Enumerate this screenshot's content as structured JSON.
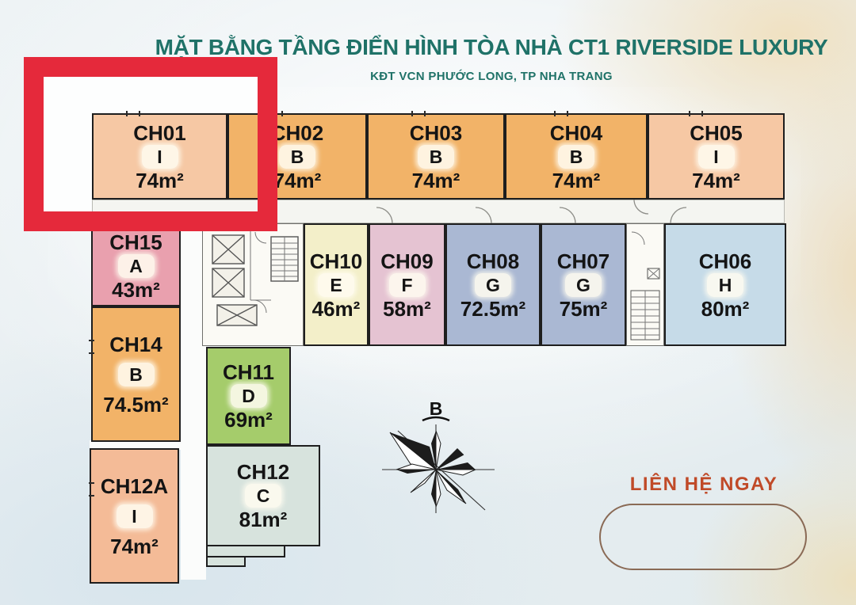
{
  "title": {
    "text": "MẶT BẰNG TẦNG ĐIỂN HÌNH TÒA NHÀ CT1 RIVERSIDE LUXURY",
    "color": "#1f7268"
  },
  "subtitle": {
    "text": "KĐT VCN PHƯỚC LONG, TP NHA TRANG",
    "color": "#1f7268"
  },
  "highlight": {
    "color": "#e5293b"
  },
  "compass": {
    "north_label": "B"
  },
  "contact": {
    "label": "LIÊN HỆ NGAY",
    "color": "#c04a28",
    "pill_border": "#8a6a55"
  },
  "units": [
    {
      "id": "CH01",
      "type": "I",
      "area": "74m²",
      "color": "#f6c8a4"
    },
    {
      "id": "CH02",
      "type": "B",
      "area": "74m²",
      "color": "#f2b368"
    },
    {
      "id": "CH03",
      "type": "B",
      "area": "74m²",
      "color": "#f2b368"
    },
    {
      "id": "CH04",
      "type": "B",
      "area": "74m²",
      "color": "#f2b368"
    },
    {
      "id": "CH05",
      "type": "I",
      "area": "74m²",
      "color": "#f6c8a4"
    },
    {
      "id": "CH10",
      "type": "E",
      "area": "46m²",
      "color": "#f3efc9"
    },
    {
      "id": "CH09",
      "type": "F",
      "area": "58m²",
      "color": "#e5c3d2"
    },
    {
      "id": "CH08",
      "type": "G",
      "area": "72.5m²",
      "color": "#aab8d3"
    },
    {
      "id": "CH07",
      "type": "G",
      "area": "75m²",
      "color": "#aab8d3"
    },
    {
      "id": "CH06",
      "type": "H",
      "area": "80m²",
      "color": "#c6dbe8"
    },
    {
      "id": "CH15",
      "type": "A",
      "area": "43m²",
      "color": "#e9a0ae"
    },
    {
      "id": "CH14",
      "type": "B",
      "area": "74.5m²",
      "color": "#f2b368"
    },
    {
      "id": "CH12A",
      "type": "I",
      "area": "74m²",
      "color": "#f4bb97"
    },
    {
      "id": "CH11",
      "type": "D",
      "area": "69m²",
      "color": "#a5cc6b"
    },
    {
      "id": "CH12",
      "type": "C",
      "area": "81m²",
      "color": "#d7e3dd"
    }
  ]
}
